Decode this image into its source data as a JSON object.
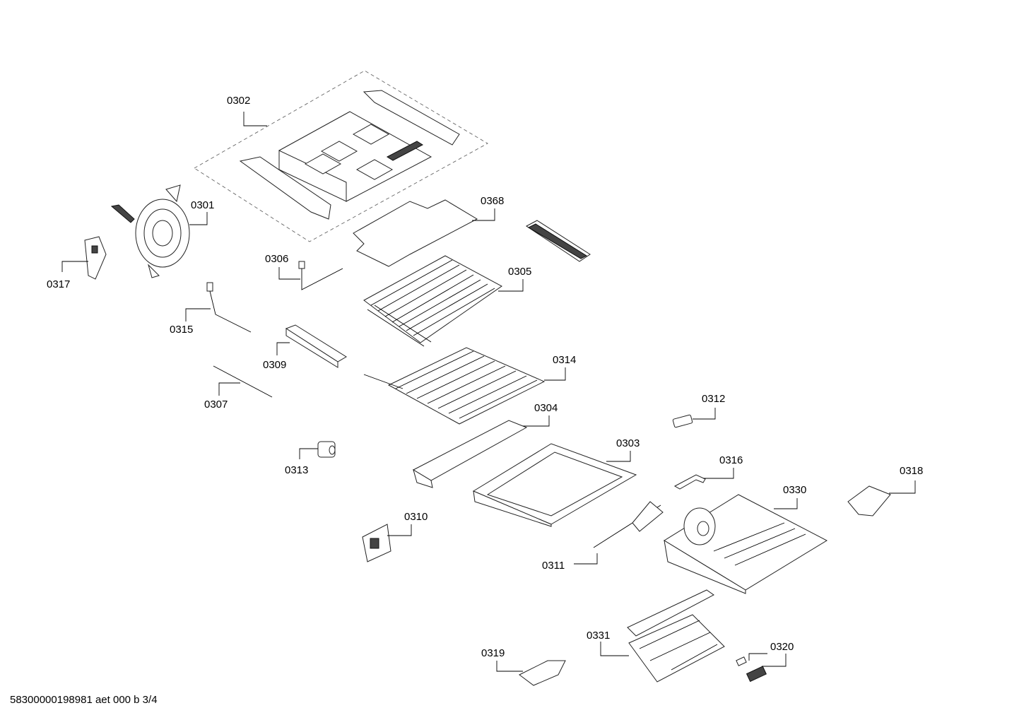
{
  "callouts": {
    "c0301": "0301",
    "c0302": "0302",
    "c0303": "0303",
    "c0304": "0304",
    "c0305": "0305",
    "c0306": "0306",
    "c0307": "0307",
    "c0309": "0309",
    "c0310": "0310",
    "c0311": "0311",
    "c0312": "0312",
    "c0313": "0313",
    "c0314": "0314",
    "c0315": "0315",
    "c0316": "0316",
    "c0317": "0317",
    "c0318": "0318",
    "c0319": "0319",
    "c0320": "0320",
    "c0330": "0330",
    "c0331": "0331",
    "c0368": "0368"
  },
  "footer": {
    "code": "58300000198981 aet 000 b 3/4"
  }
}
